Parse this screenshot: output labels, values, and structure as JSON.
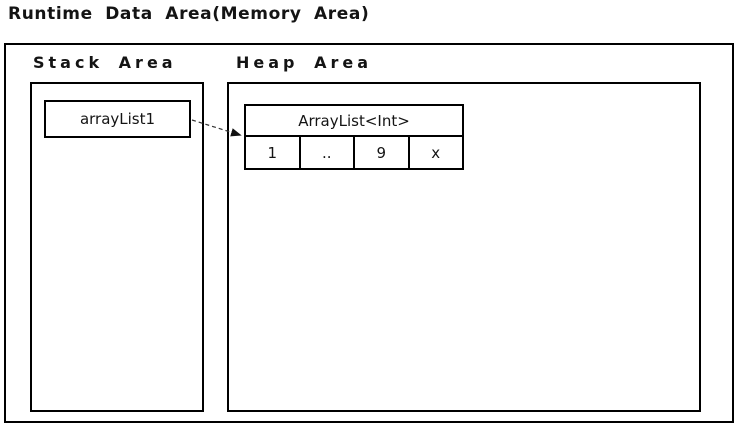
{
  "title": "Runtime Data Area(Memory Area)",
  "stack": {
    "label": "Stack Area",
    "variable": "arrayList1"
  },
  "heap": {
    "label": "Heap Area",
    "object": {
      "header": "ArrayList<Int>",
      "cells": [
        "1",
        "..",
        "9",
        "x"
      ]
    }
  },
  "colors": {
    "line": "#000000",
    "arrow": "#333333",
    "background": "#ffffff",
    "text": "#141414"
  }
}
